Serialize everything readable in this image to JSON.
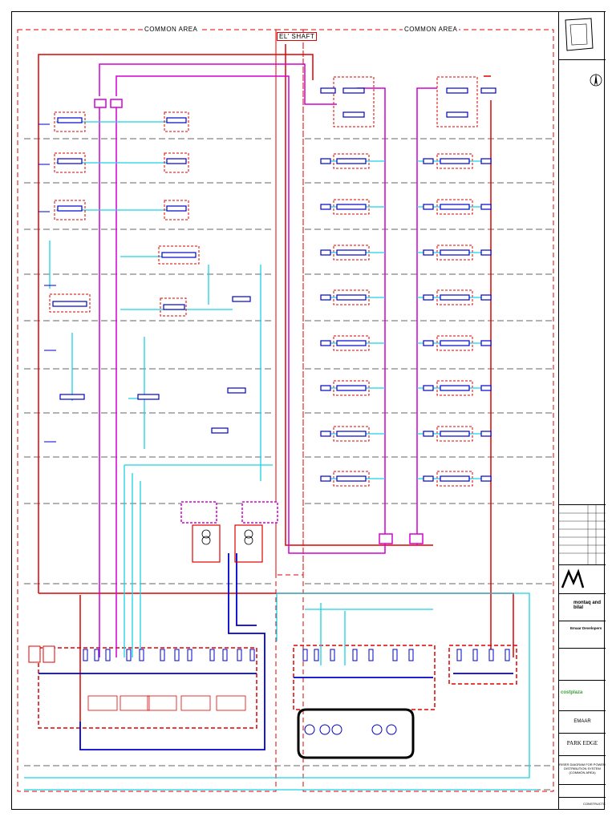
{
  "areas": {
    "left_common": "COMMON AREA",
    "shaft": "EL' SHAFT",
    "right_common": "COMMON AREA"
  },
  "project": {
    "client": "EMAAR",
    "name": "PARK EDGE",
    "drawing_title_1": "RISER DIAGRAM FOR POWER",
    "drawing_title_2": "DISTRIBUTION SYSTEM (COMMON AREA)",
    "status": "CONSTRUCTION"
  },
  "title_block": {
    "consultant_1": "montaq and bilal",
    "consultant_2": "Emaar Developers",
    "consultant_3": "costplaza"
  },
  "colors": {
    "red": "#e00000",
    "magenta": "#d400d4",
    "cyan": "#1ad1e6",
    "blue": "#0000c8",
    "black": "#000000"
  }
}
